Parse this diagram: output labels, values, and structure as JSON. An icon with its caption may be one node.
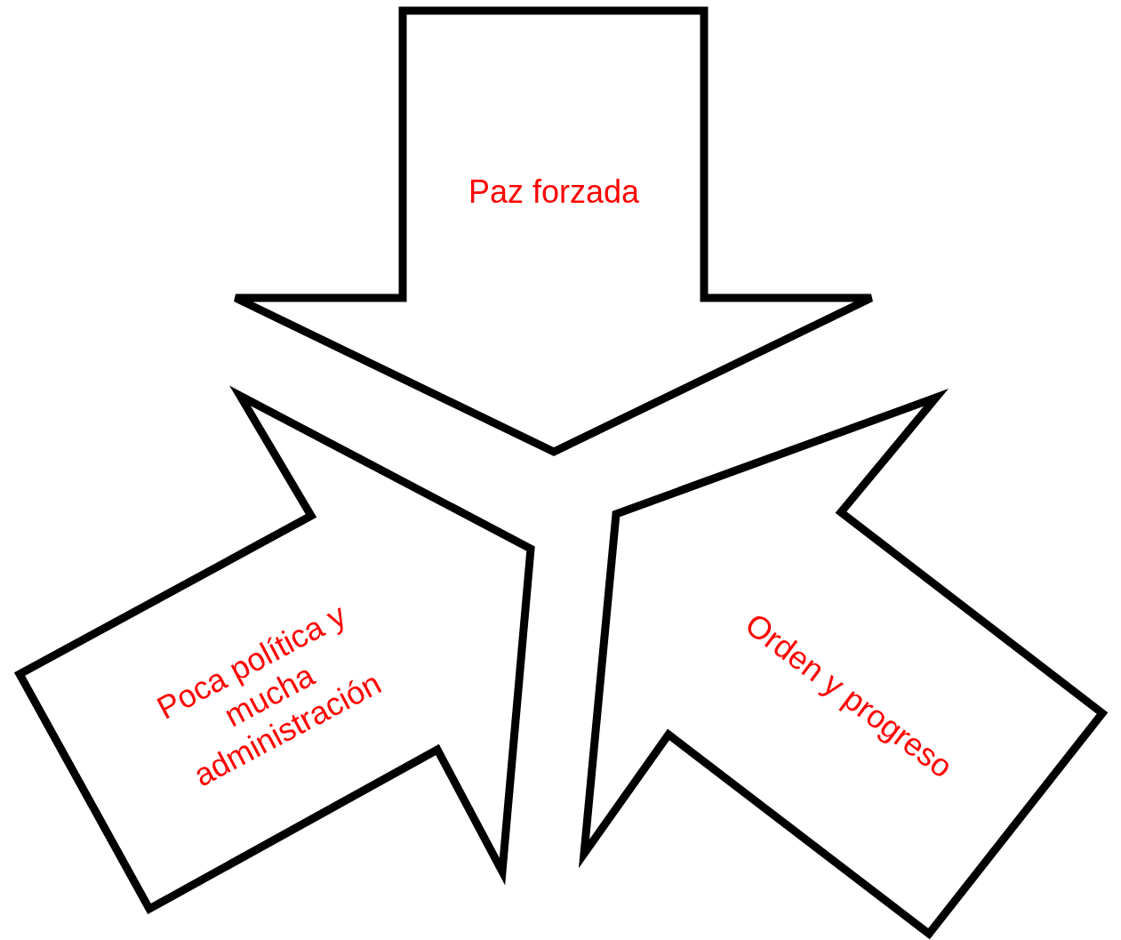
{
  "diagram": {
    "nodes": [
      {
        "text": [
          "Paz forzada"
        ]
      },
      {
        "text": [
          "Poca política y mucha administración"
        ]
      },
      {
        "text": [
          "Orden y progreso"
        ]
      }
    ]
  }
}
